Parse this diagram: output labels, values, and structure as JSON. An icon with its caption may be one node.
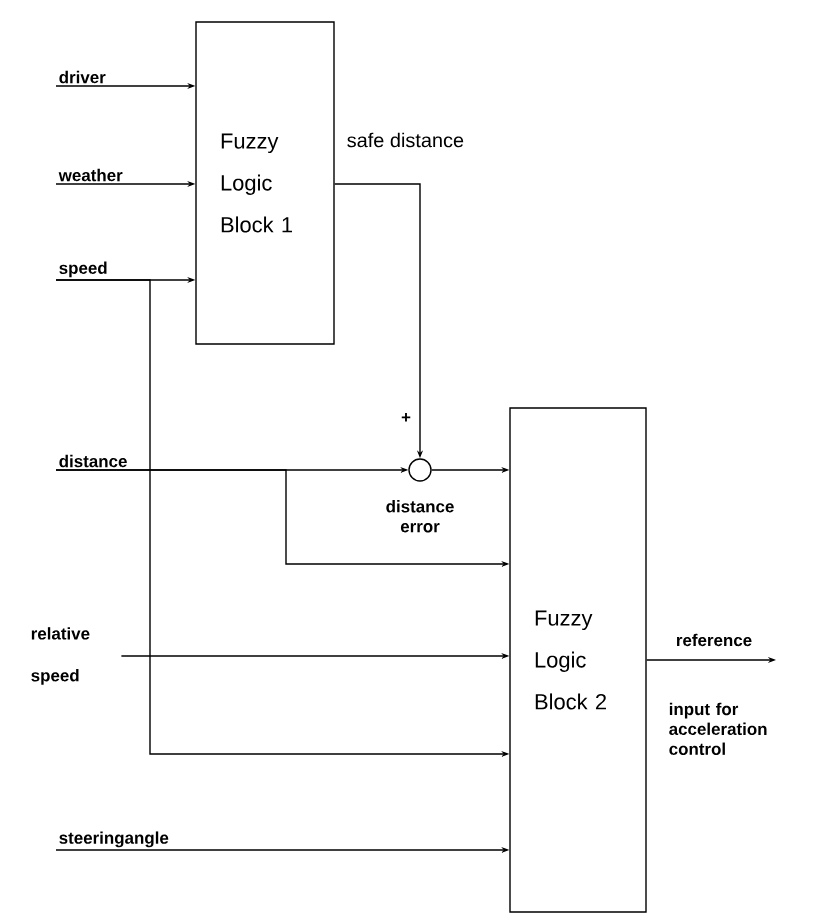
{
  "diagram": {
    "nodes": [
      {
        "text": [
          "driver"
        ]
      },
      {
        "text": [
          "weather"
        ]
      },
      {
        "text": [
          "speed"
        ]
      },
      {
        "text": [
          "Fuzzy Logic Block 1"
        ]
      },
      {
        "text": [
          "distance"
        ]
      },
      {
        "text": [],
        "shape": "circle",
        "beside": [
          "distance error"
        ]
      },
      {
        "text": [
          "relative speed"
        ]
      },
      {
        "text": [
          "steeringangle"
        ]
      },
      {
        "text": [
          "Fuzzy Logic Block 2"
        ]
      }
    ],
    "edges": [
      {
        "from": 0,
        "to": 3,
        "arrow": "to"
      },
      {
        "from": 1,
        "to": 3,
        "arrow": "to"
      },
      {
        "from": 2,
        "to": 3,
        "arrow": "to"
      },
      {
        "from": 2,
        "to": 8,
        "arrow": "to"
      },
      {
        "from": 3,
        "to": 5,
        "arrow": "to",
        "label": "safe distance"
      },
      {
        "from": 4,
        "to": 5,
        "arrow": "to"
      },
      {
        "from": 4,
        "to": 8,
        "arrow": "to"
      },
      {
        "from": 5,
        "to": 8,
        "arrow": "to"
      },
      {
        "from": 6,
        "to": 8,
        "arrow": "to"
      },
      {
        "from": 7,
        "to": 8,
        "arrow": "to"
      },
      {
        "from": 8,
        "to": null,
        "arrow": "to",
        "label": "reference"
      }
    ],
    "labels": [
      "+",
      "input for acceleration control"
    ]
  }
}
